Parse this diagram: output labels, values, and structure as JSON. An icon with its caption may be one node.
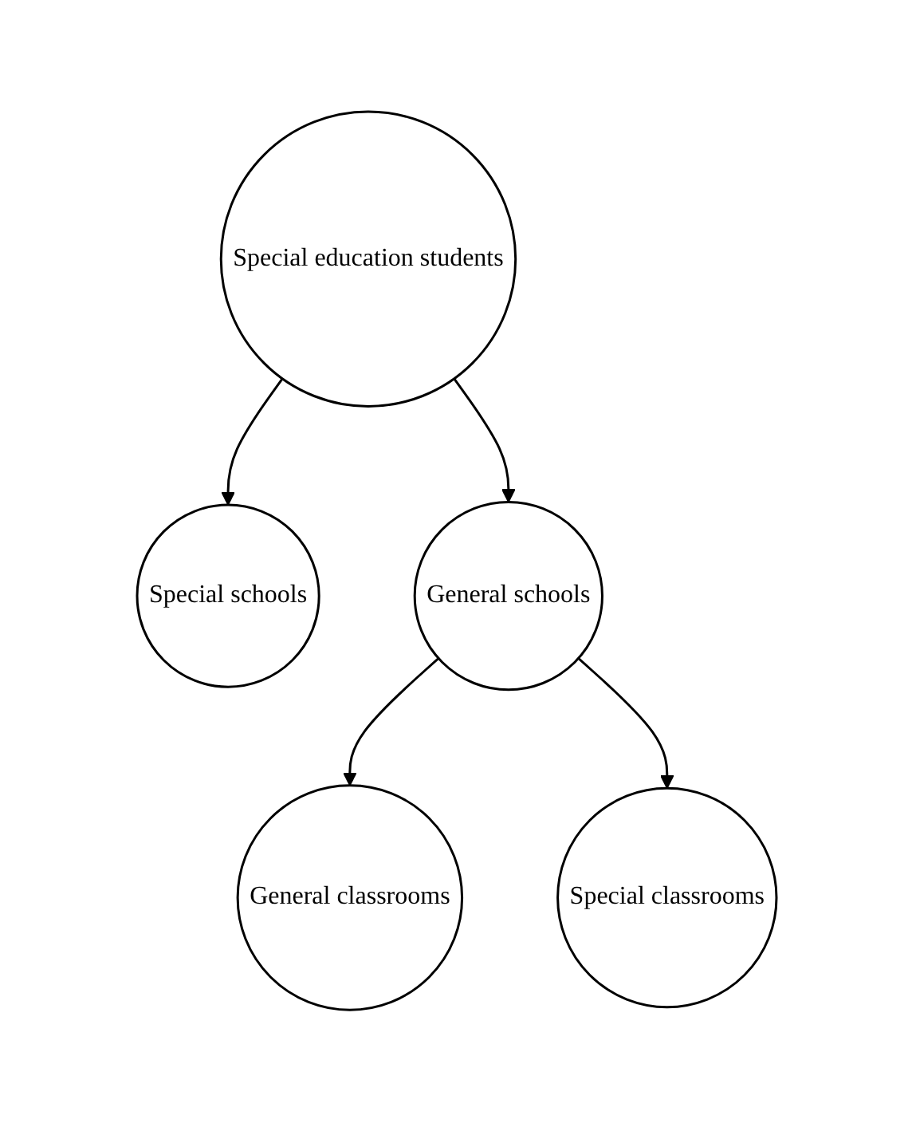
{
  "diagram": {
    "nodes": [
      {
        "text": [
          "Special education students"
        ]
      },
      {
        "text": [
          "Special schools"
        ]
      },
      {
        "text": [
          "General schools"
        ]
      },
      {
        "text": [
          "General classrooms"
        ]
      },
      {
        "text": [
          "Special classrooms"
        ]
      }
    ],
    "edges": [
      {
        "from": 0,
        "to": 1,
        "arrow": "to"
      },
      {
        "from": 0,
        "to": 2,
        "arrow": "to"
      },
      {
        "from": 2,
        "to": 3,
        "arrow": "to"
      },
      {
        "from": 2,
        "to": 4,
        "arrow": "to"
      }
    ]
  }
}
